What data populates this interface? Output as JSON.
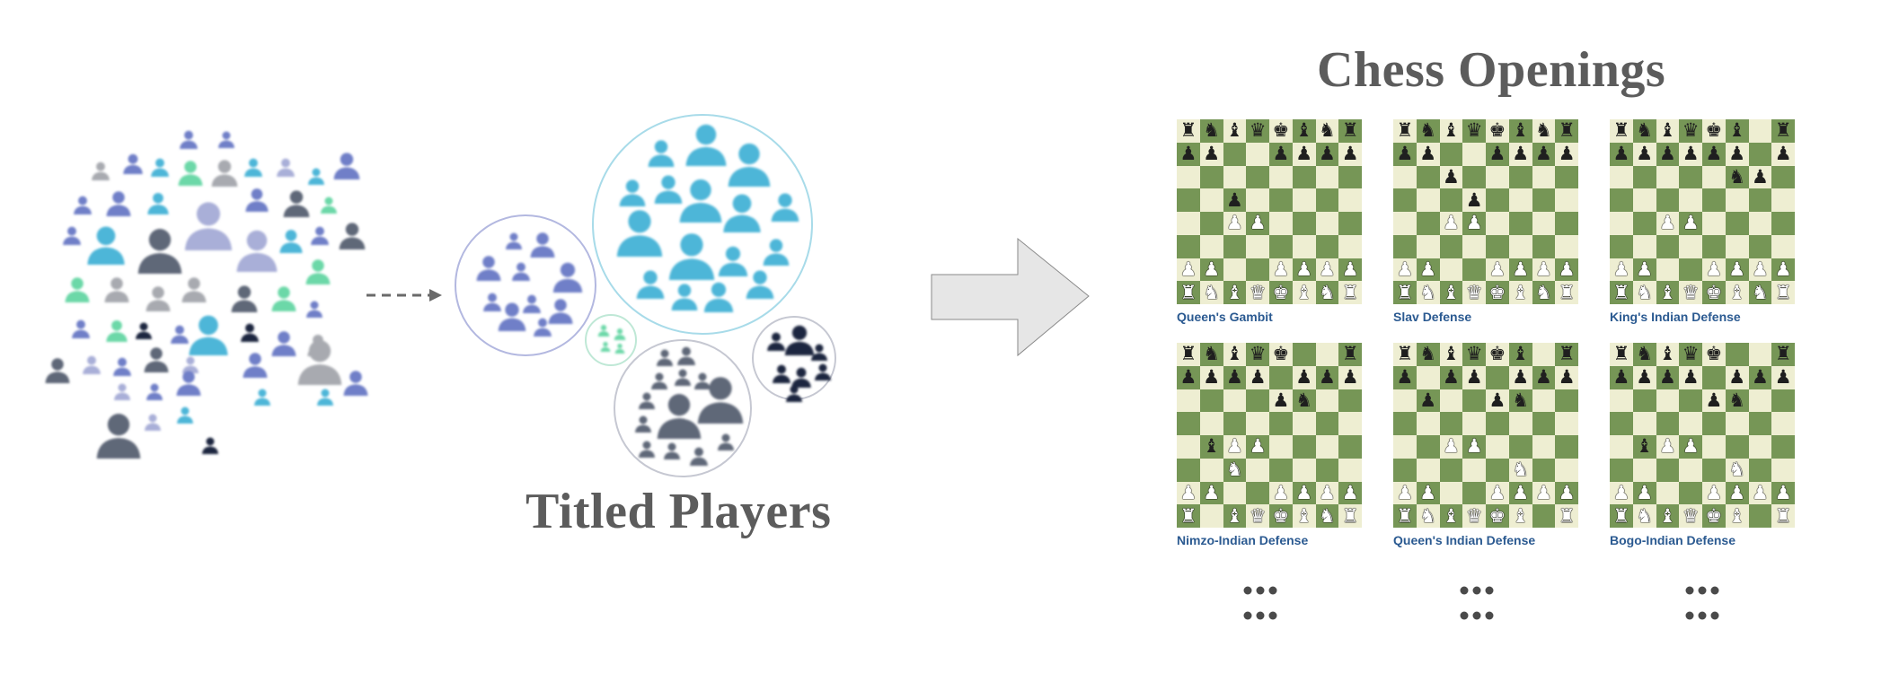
{
  "titles": {
    "players": "Titled Players",
    "openings": "Chess Openings"
  },
  "colors": {
    "teal": "#4eb6d8",
    "indigo": "#6f7fc8",
    "lavender": "#a9afd8",
    "mint": "#6cd8a8",
    "slate": "#5f6778",
    "navy": "#1e2540",
    "gray": "#a8aab0",
    "board_light": "#eeeed2",
    "board_dark": "#769656",
    "label": "#2b5a91",
    "title": "#5c5c5c"
  },
  "openings": [
    {
      "label": "Queen's Gambit",
      "fen": "rnbqkbnr/pp2pppp/8/2p5/2PP4/8/PP2PPPP/RNBQKBNR"
    },
    {
      "label": "Slav Defense",
      "fen": "rnbqkbnr/pp2pppp/2p5/3p4/2PP4/8/PP2PPPP/RNBQKBNR"
    },
    {
      "label": "King's Indian Defense",
      "fen": "rnbqkb1r/pppppp1p/5np1/8/2PP4/8/PP2PPPP/RNBQKBNR"
    },
    {
      "label": "Nimzo-Indian Defense",
      "fen": "rnbqk2r/pppp1ppp/4pn2/8/1bPP4/2N5/PP2PPPP/R1BQKBNR"
    },
    {
      "label": "Queen's Indian Defense",
      "fen": "rnbqkb1r/p1pp1ppp/1p2pn2/8/2PP4/5N2/PP2PPPP/RNBQKB1R"
    },
    {
      "label": "Bogo-Indian Defense",
      "fen": "rnbqk2r/pppp1ppp/4pn2/8/1bPP4/5N2/PP2PPPP/RNBQKB1R"
    }
  ]
}
